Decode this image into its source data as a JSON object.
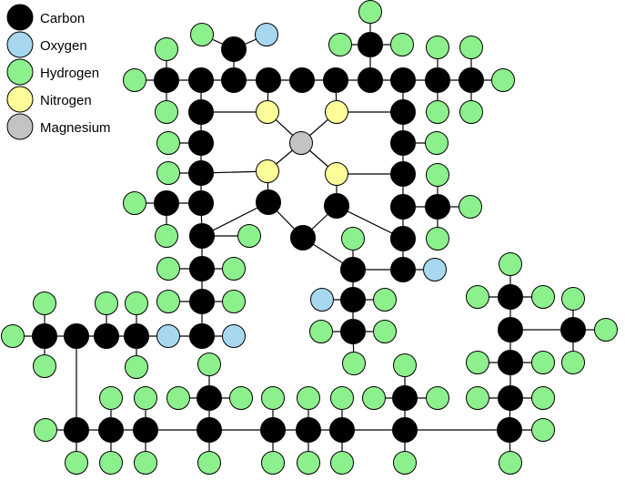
{
  "legend": {
    "items": [
      {
        "label": "Carbon",
        "element": "carbon",
        "color": "#000000"
      },
      {
        "label": "Oxygen",
        "element": "oxygen",
        "color": "#a7d8ef"
      },
      {
        "label": "Hydrogen",
        "element": "hydrogen",
        "color": "#8cf08c"
      },
      {
        "label": "Nitrogen",
        "element": "nitrogen",
        "color": "#fcfc99"
      },
      {
        "label": "Magnesium",
        "element": "magnesium",
        "color": "#c3c3c3"
      }
    ]
  }
}
